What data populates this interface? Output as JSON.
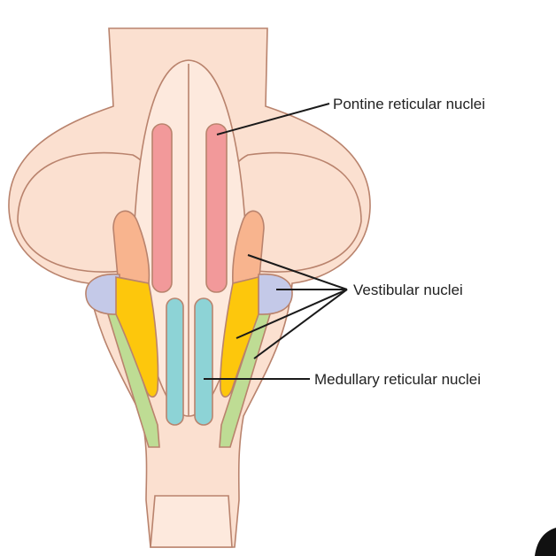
{
  "title": "Brainstem reticular and vestibular nuclei",
  "labels": {
    "pontine": "Pontine reticular nuclei",
    "vestibular": "Vestibular nuclei",
    "medullary": "Medullary reticular nuclei"
  },
  "colors": {
    "brainstem": "#fbe0d0",
    "outline": "#b9836d",
    "pontine_reticular": "#f2999a",
    "vestibular_superior": "#f8b48e",
    "vestibular_lateral": "#c4c9e8",
    "vestibular_medial": "#fdc70c",
    "vestibular_inferior": "#bedc94",
    "medullary_reticular": "#8dd3d6"
  }
}
